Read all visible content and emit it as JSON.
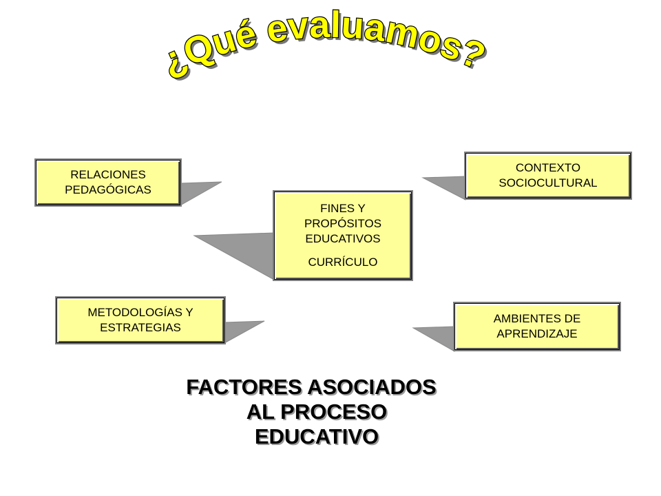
{
  "title": "¿Qué evaluamos?",
  "colors": {
    "title_fill": "#ffff00",
    "title_outline": "#000000",
    "box_fill": "#ffff99",
    "shadow_fill": "#999999",
    "text": "#000000"
  },
  "boxes": {
    "relaciones": [
      "RELACIONES",
      "PEDAGÓGICAS"
    ],
    "contexto": [
      "CONTEXTO",
      "SOCIOCULTURAL"
    ],
    "fines": [
      "FINES Y",
      "PROPÓSITOS",
      "EDUCATIVOS",
      "CURRÍCULO"
    ],
    "metodologias": [
      "METODOLOGÍAS Y",
      "ESTRATEGIAS"
    ],
    "ambientes": [
      "AMBIENTES DE",
      "APRENDIZAJE"
    ]
  },
  "caption": [
    "FACTORES ASOCIADOS",
    "AL PROCESO",
    "EDUCATIVO"
  ]
}
